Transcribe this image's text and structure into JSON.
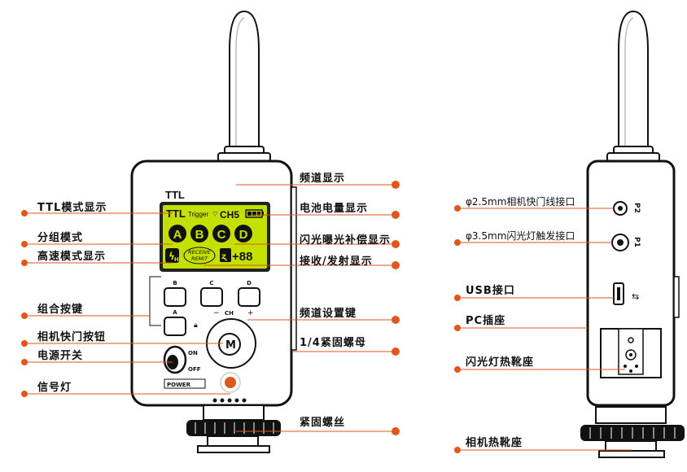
{
  "device": {
    "brand": "TTL",
    "lcd": {
      "mode": "TTL",
      "trigger": "Trigger",
      "channel": "CH5",
      "groups": [
        "A",
        "B",
        "C",
        "D"
      ],
      "flash_mode": "H",
      "rx_tx": [
        "RECEIVE",
        "REMIT"
      ],
      "compensation": "+88"
    },
    "buttons": {
      "b": "B",
      "c": "C",
      "d": "D",
      "a": "A",
      "ch": "CH",
      "minus": "−",
      "plus": "+"
    },
    "switch": {
      "on": "ON",
      "off": "OFF"
    },
    "power_label": "POWER",
    "side_ports": {
      "p2": "P2",
      "p1": "P1"
    }
  },
  "labels": {
    "ttl_mode": "TTL模式显示",
    "group_mode": "分组模式",
    "high_speed": "高速模式显示",
    "combo_buttons": "组合按键",
    "shutter_button": "相机快门按钮",
    "power_switch": "电源开关",
    "signal_light": "信号灯",
    "channel_display": "频道显示",
    "battery_display": "电池电量显示",
    "flash_comp": "闪光曝光补偿显示",
    "rx_tx_display": "接收/发射显示",
    "channel_key": "频道设置键",
    "lock_nut": "1/4紧固螺母",
    "lock_screw": "紧固螺丝",
    "shutter_port": "φ2.5mm相机快门线接口",
    "flash_port": "φ3.5mm闪光灯触发接口",
    "usb_port": "USB接口",
    "pc_socket": "PC插座",
    "hot_shoe": "闪光灯热靴座",
    "camera_shoe": "相机热靴座"
  },
  "colors": {
    "accent": "#e0561b",
    "lcd": "#c4e000",
    "dark": "#111111"
  }
}
